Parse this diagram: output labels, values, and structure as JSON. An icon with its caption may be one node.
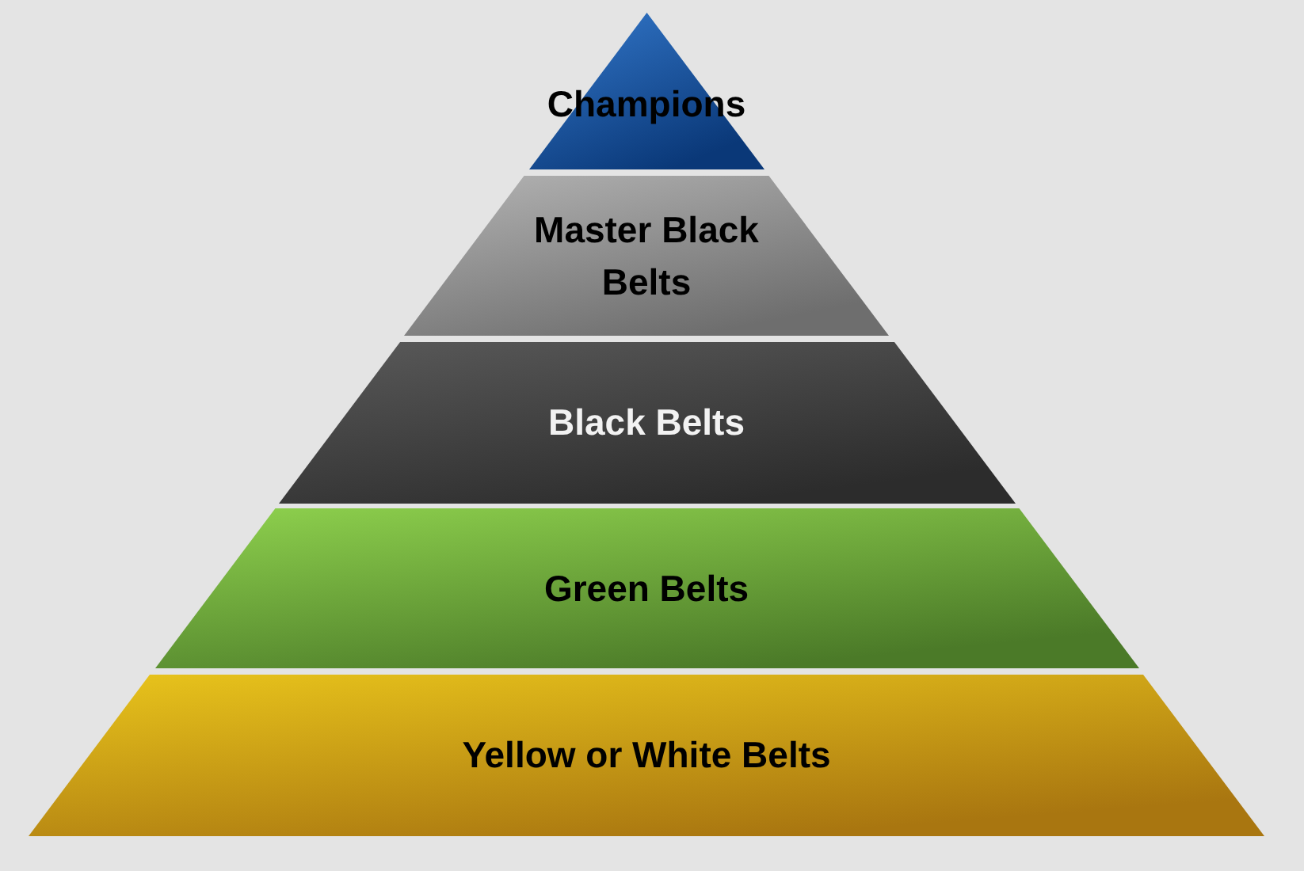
{
  "diagram": {
    "nodes": [
      {
        "text": [
          "Champions"
        ]
      },
      {
        "text": [
          "Master Black Belts"
        ]
      },
      {
        "text": [
          "Black Belts"
        ]
      },
      {
        "text": [
          "Green Belts"
        ]
      },
      {
        "text": [
          "Yellow or White Belts"
        ]
      }
    ]
  }
}
